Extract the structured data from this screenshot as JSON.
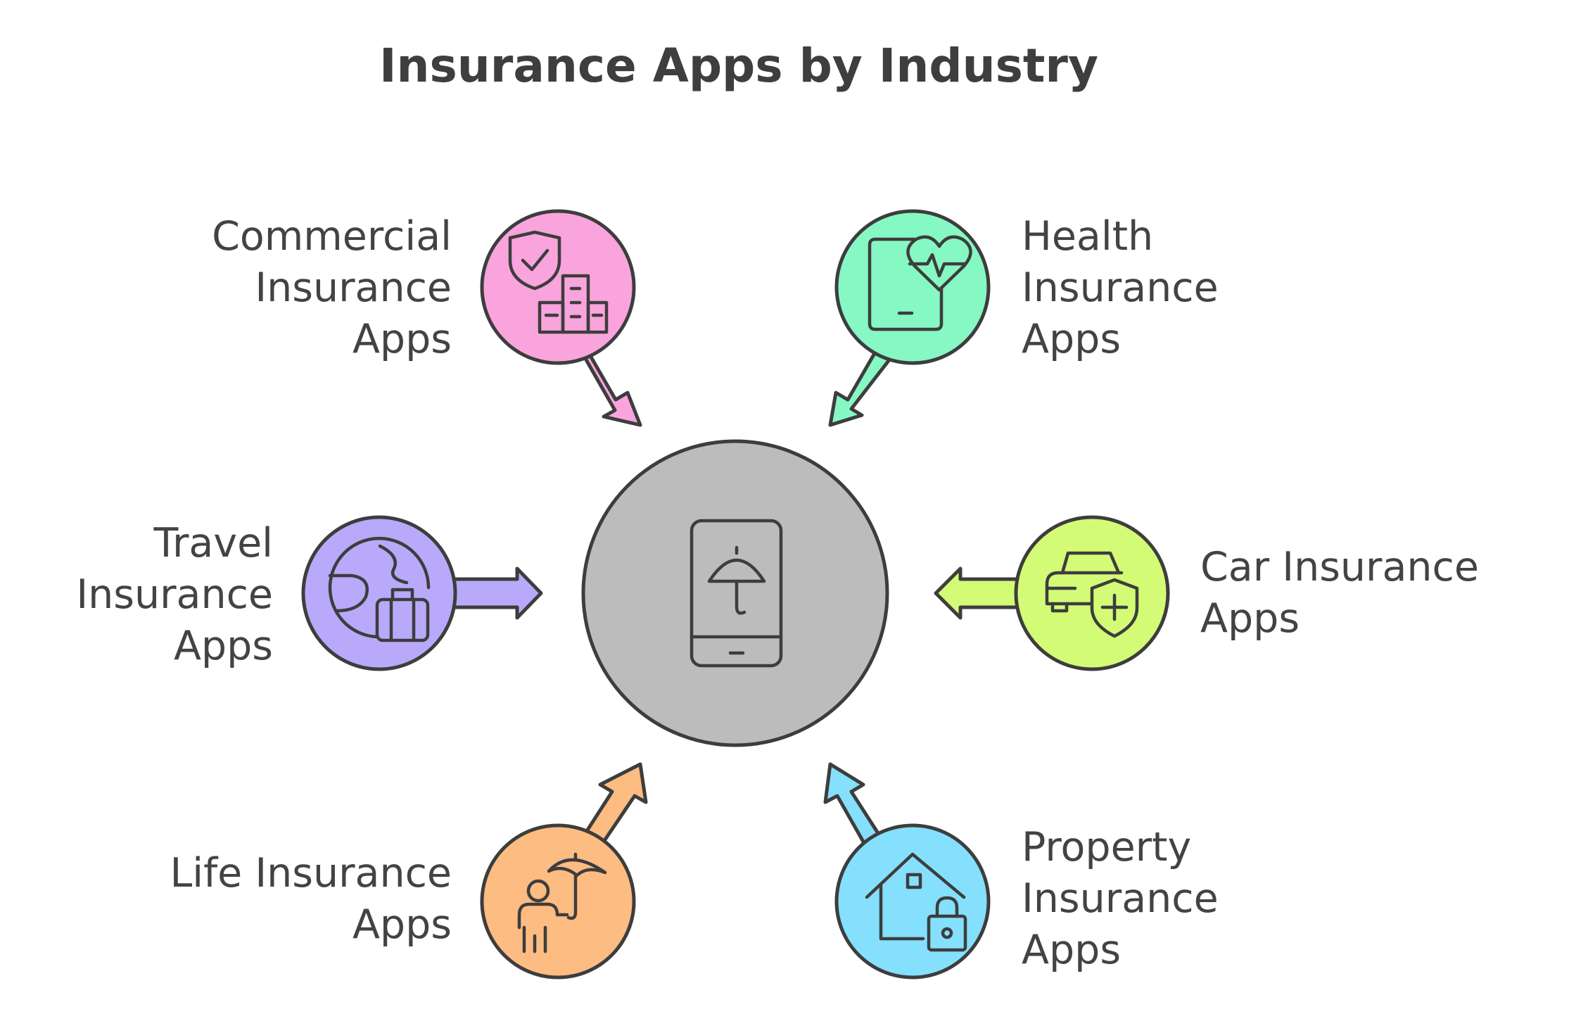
{
  "title": "Insurance Apps by Industry",
  "center": {
    "icon": "phone-umbrella-icon",
    "color": "#bcbcbc"
  },
  "nodes": {
    "commercial": {
      "lines": [
        "Commercial",
        "Insurance",
        "Apps"
      ],
      "icon": "shield-buildings-icon",
      "color": "#f9a4dd"
    },
    "health": {
      "lines": [
        "Health",
        "Insurance",
        "Apps"
      ],
      "icon": "tablet-heart-icon",
      "color": "#86f8c3"
    },
    "travel": {
      "lines": [
        "Travel",
        "Insurance",
        "Apps"
      ],
      "icon": "globe-luggage-icon",
      "color": "#b9a9fb"
    },
    "car": {
      "lines": [
        "Car Insurance",
        "Apps"
      ],
      "icon": "car-shield-icon",
      "color": "#d3fb76"
    },
    "life": {
      "lines": [
        "Life Insurance",
        "Apps"
      ],
      "icon": "person-umbrella-icon",
      "color": "#fdbc82"
    },
    "property": {
      "lines": [
        "Property",
        "Insurance",
        "Apps"
      ],
      "icon": "house-lock-icon",
      "color": "#84e0fc"
    }
  },
  "stroke_color": "#3d3d3d"
}
